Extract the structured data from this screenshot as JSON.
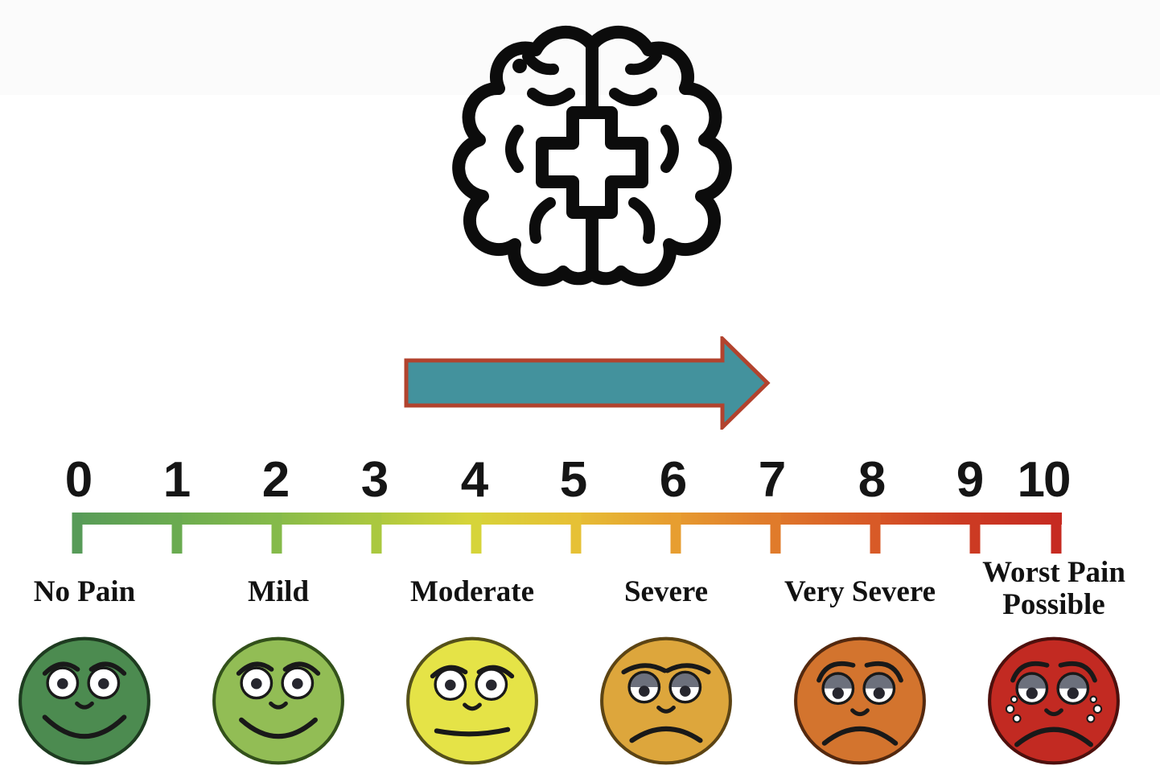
{
  "scale": {
    "ticks": [
      "0",
      "1",
      "2",
      "3",
      "4",
      "5",
      "6",
      "7",
      "8",
      "9",
      "10"
    ],
    "gradient": [
      "#579b58",
      "#6aab50",
      "#85ba4a",
      "#aac83f",
      "#d6d439",
      "#e6c135",
      "#e79e30",
      "#e07b2b",
      "#d85a27",
      "#cc3a23",
      "#c62a21"
    ]
  },
  "levels": [
    {
      "label": "No Pain",
      "color": "#4c8b50",
      "outline": "#1e3b20"
    },
    {
      "label": "Mild",
      "color": "#92bd55",
      "outline": "#33511b"
    },
    {
      "label": "Moderate",
      "color": "#e5e347",
      "outline": "#55511a"
    },
    {
      "label": "Severe",
      "color": "#dda63c",
      "outline": "#5c4414"
    },
    {
      "label": "Very Severe",
      "color": "#d3742e",
      "outline": "#54290f"
    },
    {
      "label": "Worst Pain Possible",
      "color": "#c22a22",
      "outline": "#4e100d"
    }
  ],
  "arrow": {
    "fill": "#43929d",
    "outline": "#b2432e"
  },
  "icons": {
    "brain_medical": "black outline brain with medical cross",
    "right_arrow": "teal right-pointing arrow with red outline",
    "faces": "pain expression faces from happy green to crying red"
  }
}
